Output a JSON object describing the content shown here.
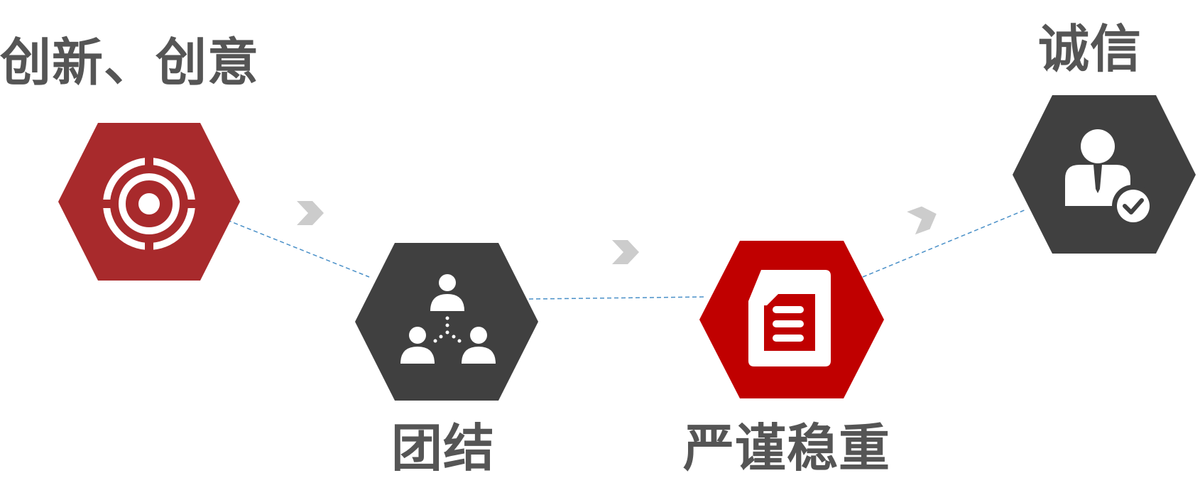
{
  "colors": {
    "label_text": "#555555",
    "dark_hexagon": "#404040",
    "red_hexagon_1": "#a82a2c",
    "red_hexagon_2": "#c00000",
    "connector_line": "#4a90c8",
    "arrow": "#cccccc",
    "icon": "#ffffff"
  },
  "values": [
    {
      "label": "创新、创意",
      "icon": "target-icon"
    },
    {
      "label": "团结",
      "icon": "team-network-icon"
    },
    {
      "label": "严谨稳重",
      "icon": "document-icon"
    },
    {
      "label": "诚信",
      "icon": "verified-person-icon"
    }
  ],
  "connectors": [
    "dashed-line",
    "dashed-line",
    "dashed-line"
  ],
  "arrows": [
    "chevron-right-icon",
    "chevron-right-icon",
    "chevron-right-icon"
  ]
}
